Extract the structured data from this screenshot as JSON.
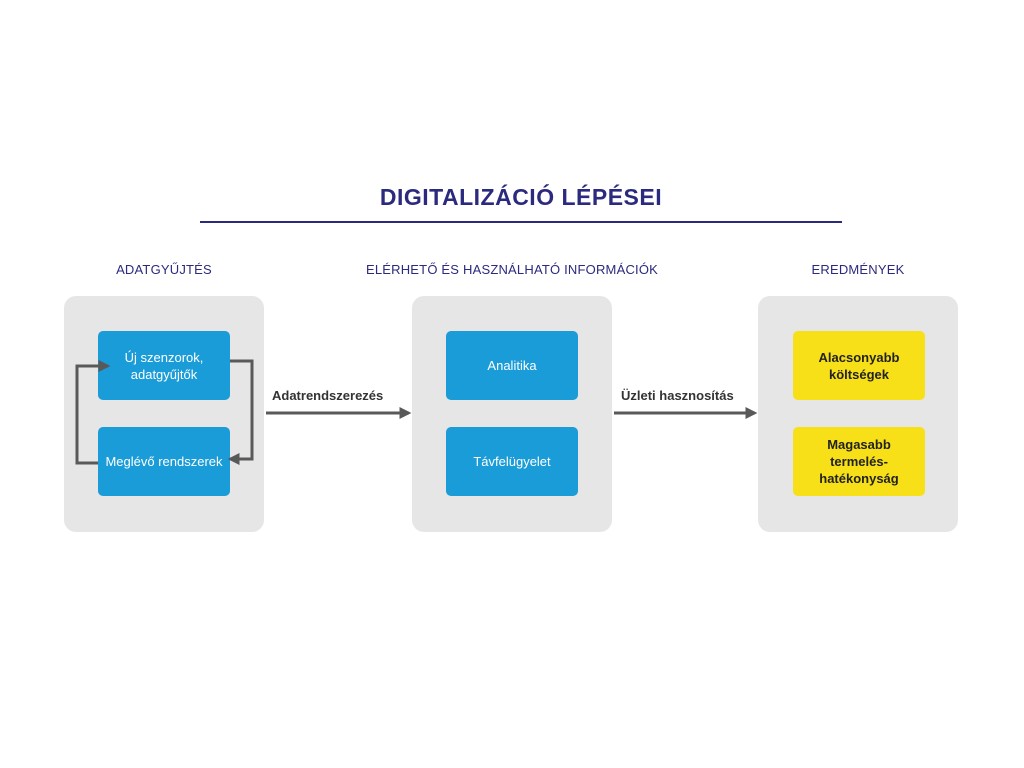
{
  "title": "DIGITALIZÁCIÓ LÉPÉSEI",
  "columns": {
    "collection": {
      "heading": "ADATGYŰJTÉS",
      "box_top": "Új szenzorok, adatgyűjtők",
      "box_bottom": "Meglévő rendszerek"
    },
    "information": {
      "heading": "ELÉRHETŐ ÉS HASZNÁLHATÓ INFORMÁCIÓK",
      "box_top": "Analitika",
      "box_bottom": "Távfelügyelet"
    },
    "results": {
      "heading": "EREDMÉNYEK",
      "box_top": "Alacsonyabb költségek",
      "box_bottom": "Magasabb termelés-hatékonyság"
    }
  },
  "flows": {
    "first": "Adatrendszerezés",
    "second": "Üzleti hasznosítás"
  },
  "colors": {
    "title": "#2b2a7e",
    "heading": "#2b2a7e",
    "rule": "#2b2a7e",
    "panel": "#e6e6e6",
    "blue_box": "#1a9cd8",
    "yellow_box": "#f7e017",
    "arrow": "#595959"
  }
}
